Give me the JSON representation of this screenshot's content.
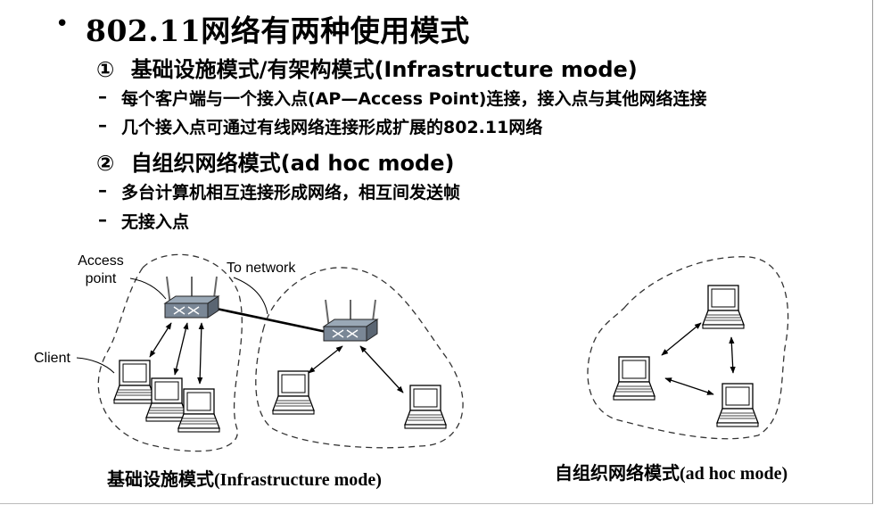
{
  "slide": {
    "bullet": "•",
    "title": "802.11网络有两种使用模式",
    "mode1": {
      "marker": "①",
      "heading": "基础设施模式/有架构模式(Infrastructure mode)"
    },
    "mode1_points": [
      "每个客户端与一个接入点(AP—Access Point)连接，接入点与其他网络连接",
      "几个接入点可通过有线网络连接形成扩展的802.11网络"
    ],
    "mode2": {
      "marker": "②",
      "heading": "自组织网络模式(ad hoc mode)"
    },
    "mode2_points": [
      "多台计算机相互连接形成网络，相互间发送帧",
      "无接入点"
    ],
    "dash": "–"
  },
  "diagram_infra": {
    "label_access_point_1": "Access",
    "label_access_point_2": "point",
    "label_to_network": "To network",
    "label_client": "Client",
    "caption": "基础设施模式(Infrastructure mode)"
  },
  "diagram_adhoc": {
    "caption": "自组织网络模式(ad hoc mode)"
  }
}
